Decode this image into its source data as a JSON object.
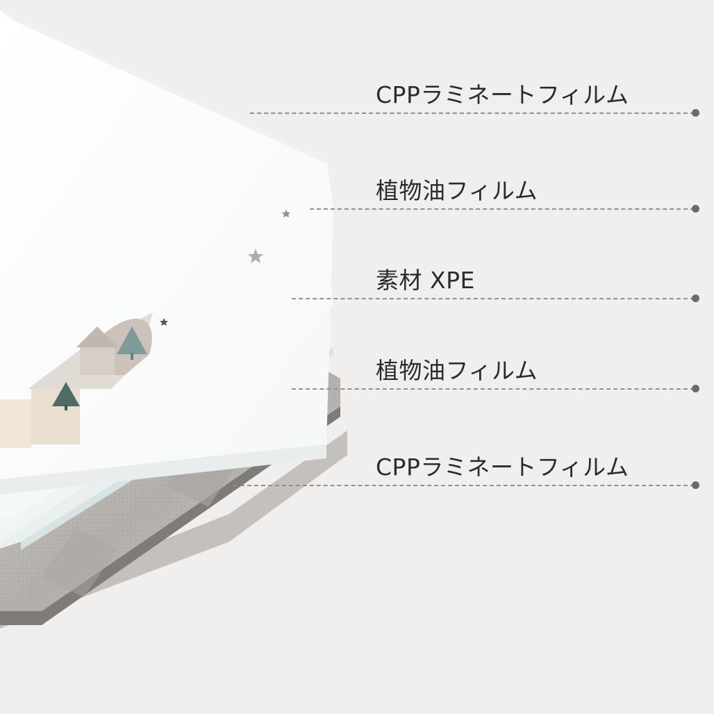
{
  "layers": [
    {
      "label": "CPPラミネートフィルム",
      "role": "top-film"
    },
    {
      "label": "植物油フィルム",
      "role": "upper-oil-film"
    },
    {
      "label": "素材 XPE",
      "role": "xpe-core"
    },
    {
      "label": "植物油フィルム",
      "role": "lower-oil-film"
    },
    {
      "label": "CPPラミネートフィルム",
      "role": "bottom-film"
    }
  ],
  "colors": {
    "background": "#f1efed",
    "label_text": "#2b2b2b",
    "leader_line": "#8f8f8f",
    "leader_dot": "#6a6a6a",
    "print_layer": "#ffffff",
    "oil_film": "#eef5f5",
    "xpe_core": "#b9b6b2",
    "xpe_edge": "#7f7b78"
  },
  "icons": [
    "tree-icon",
    "star-icon",
    "house-icon"
  ]
}
